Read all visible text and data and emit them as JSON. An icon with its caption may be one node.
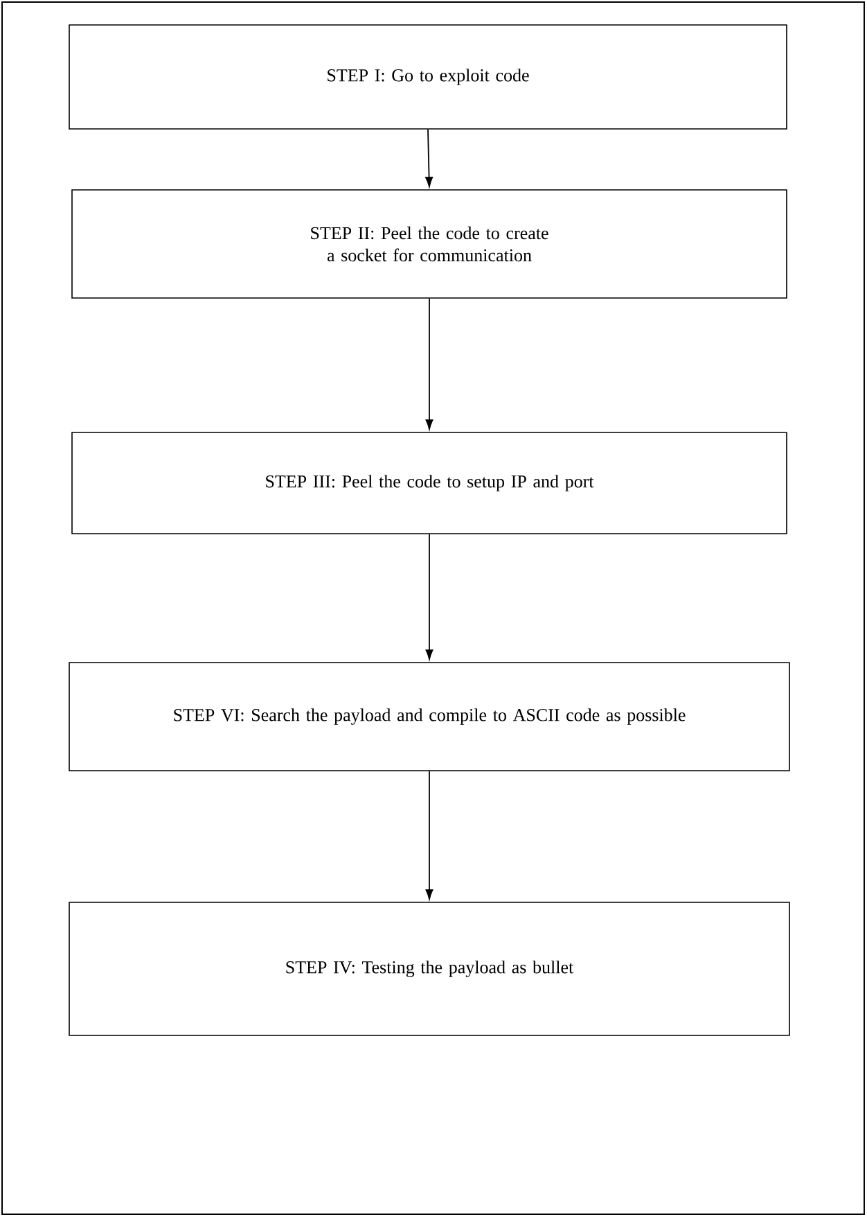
{
  "diagram": {
    "nodes": [
      {
        "text": [
          "STEP I: Go to exploit code"
        ]
      },
      {
        "text": [
          "STEP II: Peel the code to create a socket for communication"
        ]
      },
      {
        "text": [
          "STEP III: Peel the code to setup IP and port"
        ]
      },
      {
        "text": [
          "STEP VI: Search the payload and compile to ASCII code as possible"
        ]
      },
      {
        "text": [
          "STEP IV: Testing the payload as bullet"
        ]
      }
    ],
    "edges": [
      {
        "from": 0,
        "to": 1,
        "arrow": "to"
      },
      {
        "from": 1,
        "to": 2,
        "arrow": "to"
      },
      {
        "from": 2,
        "to": 3,
        "arrow": "to"
      },
      {
        "from": 3,
        "to": 4,
        "arrow": "to"
      }
    ]
  }
}
